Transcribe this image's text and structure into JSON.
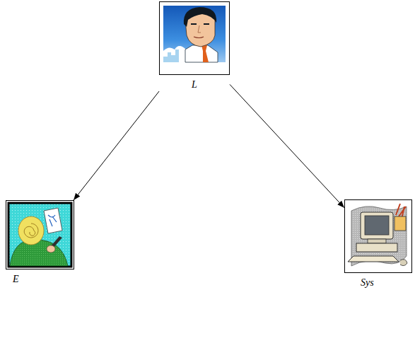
{
  "diagram": {
    "nodes": [
      {
        "text": [
          "L"
        ]
      },
      {
        "text": [
          "E"
        ]
      },
      {
        "text": [
          "Sys"
        ]
      }
    ],
    "edges": [
      {
        "from": 0,
        "to": 1,
        "arrow": "to"
      },
      {
        "from": 0,
        "to": 2,
        "arrow": "to"
      }
    ]
  }
}
